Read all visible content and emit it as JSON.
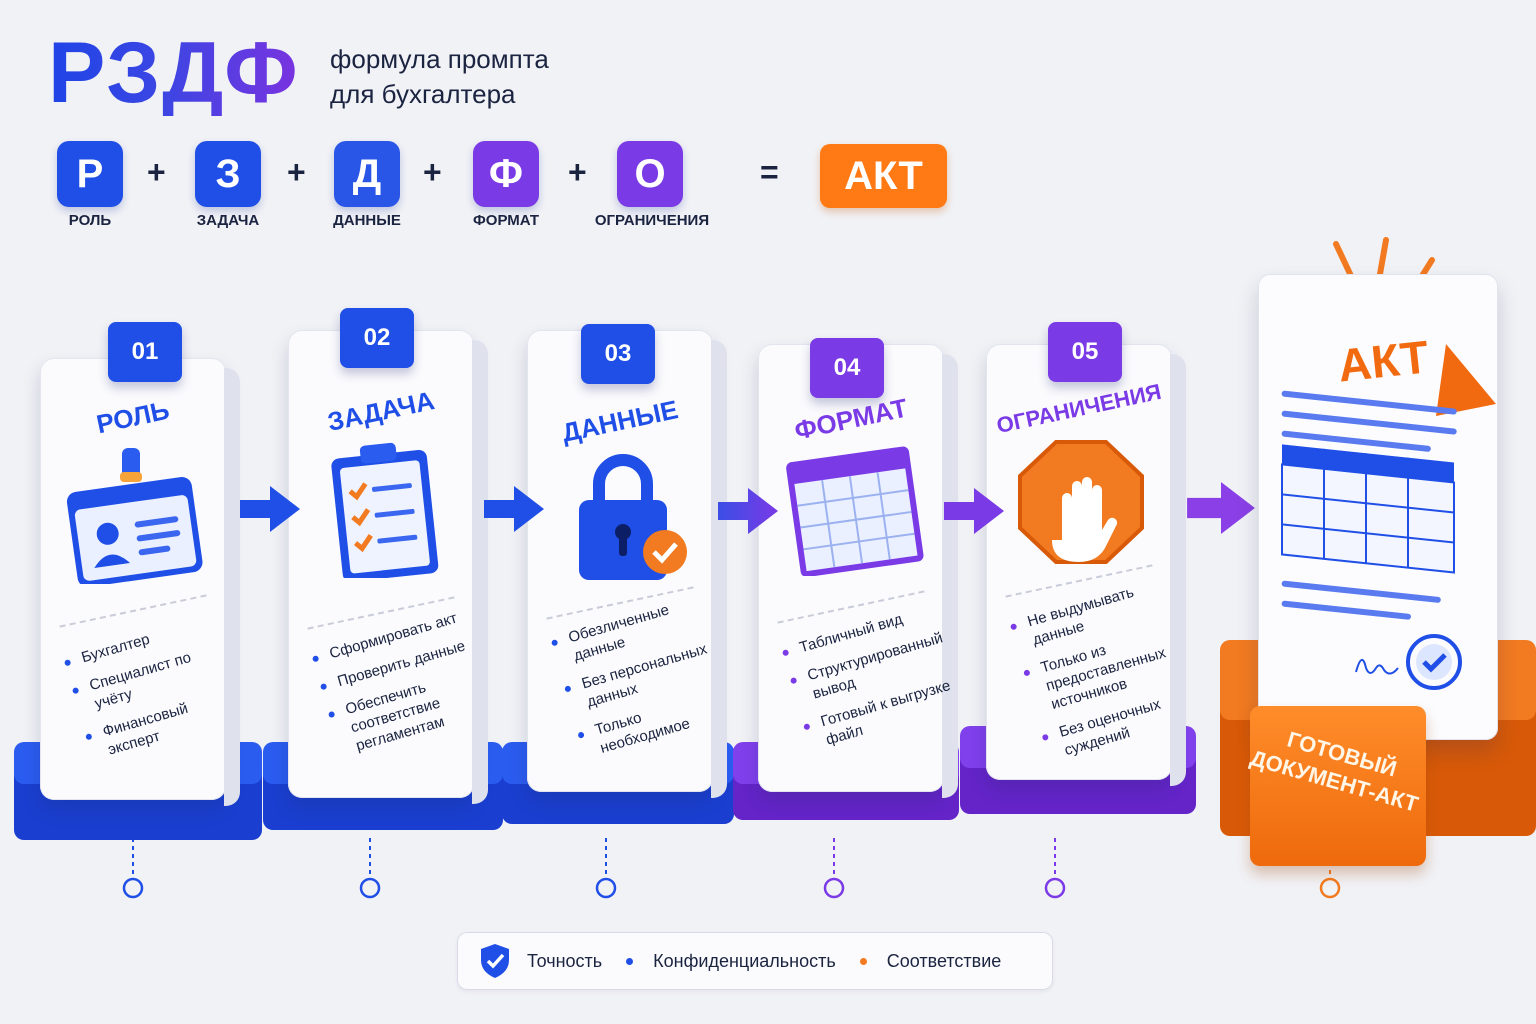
{
  "header": {
    "logo": "РЗДФ",
    "subtitle_line1": "формула промпта",
    "subtitle_line2": "для бухгалтера"
  },
  "formula": {
    "tiles": [
      {
        "letter": "Р",
        "caption": "РОЛЬ",
        "color": "#1f4fe6"
      },
      {
        "letter": "З",
        "caption": "ЗАДАЧА",
        "color": "#1f4fe6"
      },
      {
        "letter": "Д",
        "caption": "ДАННЫЕ",
        "color": "#2a56e8"
      },
      {
        "letter": "Ф",
        "caption": "ФОРМАТ",
        "color": "#7a3ae6"
      },
      {
        "letter": "О",
        "caption": "ОГРАНИЧЕНИЯ",
        "color": "#7a3ae6"
      }
    ],
    "plus": "+",
    "equals": "=",
    "result": "АКТ"
  },
  "steps": [
    {
      "number": "01",
      "title": "РОЛЬ",
      "color": "#1f4fe6",
      "icon": "id-badge-icon",
      "bullets": [
        "Бухгалтер",
        "Специалист по учёту",
        "Финансовый эксперт"
      ]
    },
    {
      "number": "02",
      "title": "ЗАДАЧА",
      "color": "#1f4fe6",
      "icon": "clipboard-checklist-icon",
      "bullets": [
        "Сформировать акт",
        "Проверить данные",
        "Обеспечить соответствие регламентам"
      ]
    },
    {
      "number": "03",
      "title": "ДАННЫЕ",
      "color": "#1f4fe6",
      "icon": "padlock-check-icon",
      "bullets": [
        "Обезличенные данные",
        "Без персональных данных",
        "Только необходимое"
      ]
    },
    {
      "number": "04",
      "title": "ФОРМАТ",
      "color": "#7a3ae6",
      "icon": "table-icon",
      "bullets": [
        "Табличный вид",
        "Структурированный вывод",
        "Готовый к выгрузке файл"
      ]
    },
    {
      "number": "05",
      "title": "ОГРАНИЧЕНИЯ",
      "color": "#7a3ae6",
      "icon": "stop-hand-icon",
      "bullets": [
        "Не выдумывать данные",
        "Только из предоставленных источников",
        "Без оценочных суждений"
      ]
    }
  ],
  "result_doc": {
    "title": "АКТ",
    "plaque_line1": "ГОТОВЫЙ",
    "plaque_line2": "ДОКУМЕНТ-АКТ",
    "accent": "#f26a10"
  },
  "legend": {
    "items": [
      "Точность",
      "Конфиденциальность",
      "Соответствие"
    ],
    "colors": [
      "#1f4fe6",
      "#1f4fe6",
      "#f27a20"
    ]
  }
}
